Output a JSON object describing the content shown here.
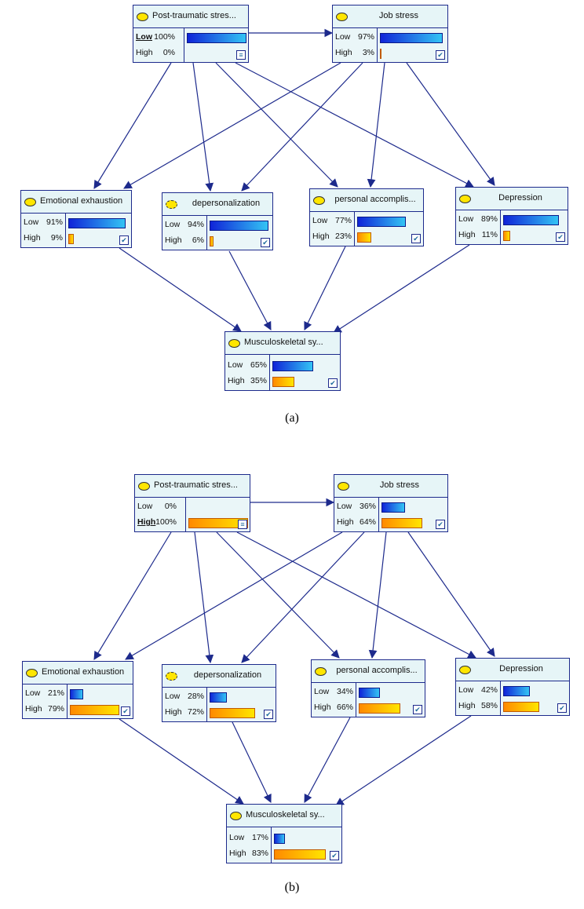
{
  "panels": [
    {
      "caption": "(a)",
      "nodes": {
        "pts": {
          "title": "Post-traumatic stres...",
          "low": "100%",
          "high": "0%",
          "low_v": 1.0,
          "high_v": 0.0,
          "low_label": "Low",
          "high_label": "High",
          "evidence": "Low",
          "icon": "evidence-icon"
        },
        "job": {
          "title": "Job stress",
          "low": "97%",
          "high": "3%",
          "low_v": 0.97,
          "high_v": 0.03,
          "low_label": "Low",
          "high_label": "High",
          "icon": "check-icon"
        },
        "emo": {
          "title": "Emotional exhaustion",
          "low": "91%",
          "high": "9%",
          "low_v": 0.91,
          "high_v": 0.09,
          "low_label": "Low",
          "high_label": "High",
          "icon": "check-icon"
        },
        "dep": {
          "title": "depersonalization",
          "low": "94%",
          "high": "6%",
          "low_v": 0.94,
          "high_v": 0.06,
          "low_label": "Low",
          "high_label": "High",
          "icon": "check-icon"
        },
        "pa": {
          "title": "personal accomplis...",
          "low": "77%",
          "high": "23%",
          "low_v": 0.77,
          "high_v": 0.23,
          "low_label": "Low",
          "high_label": "High",
          "icon": "check-icon"
        },
        "depr": {
          "title": "Depression",
          "low": "89%",
          "high": "11%",
          "low_v": 0.89,
          "high_v": 0.11,
          "low_label": "Low",
          "high_label": "High",
          "icon": "check-icon"
        },
        "msk": {
          "title": "Musculoskeletal sy...",
          "low": "65%",
          "high": "35%",
          "low_v": 0.65,
          "high_v": 0.35,
          "low_label": "Low",
          "high_label": "High",
          "icon": "check-icon"
        }
      }
    },
    {
      "caption": "(b)",
      "nodes": {
        "pts": {
          "title": "Post-traumatic stres...",
          "low": "0%",
          "high": "100%",
          "low_v": 0.0,
          "high_v": 1.0,
          "low_label": "Low",
          "high_label": "High",
          "evidence": "High",
          "icon": "evidence-icon"
        },
        "job": {
          "title": "Job stress",
          "low": "36%",
          "high": "64%",
          "low_v": 0.36,
          "high_v": 0.64,
          "low_label": "Low",
          "high_label": "High",
          "icon": "check-icon"
        },
        "emo": {
          "title": "Emotional exhaustion",
          "low": "21%",
          "high": "79%",
          "low_v": 0.21,
          "high_v": 0.79,
          "low_label": "Low",
          "high_label": "High",
          "icon": "check-icon"
        },
        "dep": {
          "title": "depersonalization",
          "low": "28%",
          "high": "72%",
          "low_v": 0.28,
          "high_v": 0.72,
          "low_label": "Low",
          "high_label": "High",
          "icon": "check-icon"
        },
        "pa": {
          "title": "personal accomplis...",
          "low": "34%",
          "high": "66%",
          "low_v": 0.34,
          "high_v": 0.66,
          "low_label": "Low",
          "high_label": "High",
          "icon": "check-icon"
        },
        "depr": {
          "title": "Depression",
          "low": "42%",
          "high": "58%",
          "low_v": 0.42,
          "high_v": 0.58,
          "low_label": "Low",
          "high_label": "High",
          "icon": "check-icon"
        },
        "msk": {
          "title": "Musculoskeletal sy...",
          "low": "17%",
          "high": "83%",
          "low_v": 0.17,
          "high_v": 0.83,
          "low_label": "Low",
          "high_label": "High",
          "icon": "check-icon"
        }
      }
    }
  ],
  "colors": {
    "edge": "#1d2a8c",
    "low_bar": "#1024d8",
    "high_bar": "#ff8a00",
    "node_bg": "#eaf6f8",
    "state_icon": "#ffe600"
  }
}
